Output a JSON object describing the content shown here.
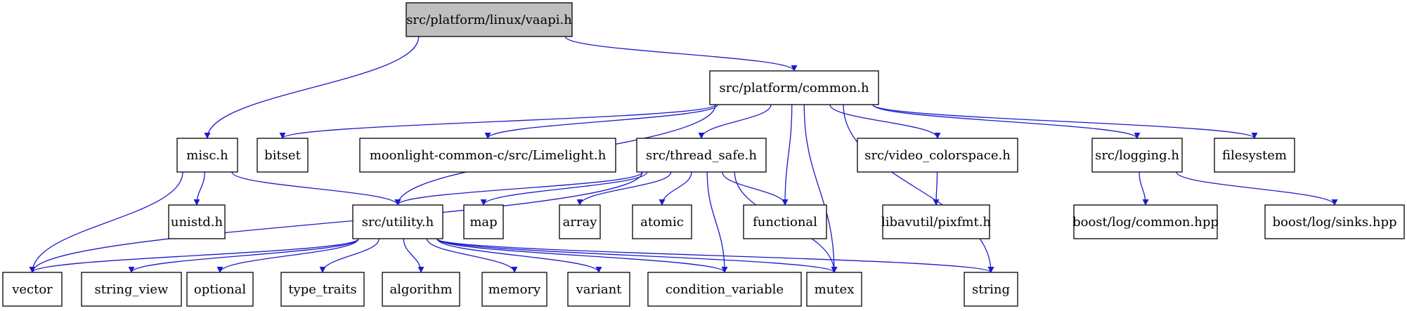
{
  "graph": {
    "edge_color": "#1a1acd",
    "root_fill": "#bfbfbf",
    "nodes": [
      {
        "id": "vaapi",
        "label": "src/platform/linux/vaapi.h",
        "root": true
      },
      {
        "id": "common",
        "label": "src/platform/common.h"
      },
      {
        "id": "misc",
        "label": "misc.h"
      },
      {
        "id": "bitset",
        "label": "bitset"
      },
      {
        "id": "limelight",
        "label": "moonlight-common-c/src/Limelight.h"
      },
      {
        "id": "thread_safe",
        "label": "src/thread_safe.h"
      },
      {
        "id": "video_colorspace",
        "label": "src/video_colorspace.h"
      },
      {
        "id": "logging",
        "label": "src/logging.h"
      },
      {
        "id": "filesystem",
        "label": "filesystem"
      },
      {
        "id": "unistd",
        "label": "unistd.h"
      },
      {
        "id": "utility",
        "label": "src/utility.h"
      },
      {
        "id": "map",
        "label": "map"
      },
      {
        "id": "array",
        "label": "array"
      },
      {
        "id": "atomic",
        "label": "atomic"
      },
      {
        "id": "functional",
        "label": "functional"
      },
      {
        "id": "pixfmt",
        "label": "libavutil/pixfmt.h"
      },
      {
        "id": "boost_common",
        "label": "boost/log/common.hpp"
      },
      {
        "id": "boost_sinks",
        "label": "boost/log/sinks.hpp"
      },
      {
        "id": "vector",
        "label": "vector"
      },
      {
        "id": "string_view",
        "label": "string_view"
      },
      {
        "id": "optional",
        "label": "optional"
      },
      {
        "id": "type_traits",
        "label": "type_traits"
      },
      {
        "id": "algorithm",
        "label": "algorithm"
      },
      {
        "id": "memory",
        "label": "memory"
      },
      {
        "id": "variant",
        "label": "variant"
      },
      {
        "id": "condition_variable",
        "label": "condition_variable"
      },
      {
        "id": "mutex",
        "label": "mutex"
      },
      {
        "id": "string",
        "label": "string"
      }
    ],
    "edges": [
      [
        "vaapi",
        "misc"
      ],
      [
        "vaapi",
        "common"
      ],
      [
        "common",
        "bitset"
      ],
      [
        "common",
        "limelight"
      ],
      [
        "common",
        "thread_safe"
      ],
      [
        "common",
        "video_colorspace"
      ],
      [
        "common",
        "logging"
      ],
      [
        "common",
        "filesystem"
      ],
      [
        "common",
        "utility"
      ],
      [
        "common",
        "functional"
      ],
      [
        "common",
        "mutex"
      ],
      [
        "common",
        "string"
      ],
      [
        "misc",
        "unistd"
      ],
      [
        "misc",
        "utility"
      ],
      [
        "misc",
        "vector"
      ],
      [
        "thread_safe",
        "utility"
      ],
      [
        "thread_safe",
        "map"
      ],
      [
        "thread_safe",
        "array"
      ],
      [
        "thread_safe",
        "atomic"
      ],
      [
        "thread_safe",
        "functional"
      ],
      [
        "thread_safe",
        "vector"
      ],
      [
        "thread_safe",
        "condition_variable"
      ],
      [
        "thread_safe",
        "mutex"
      ],
      [
        "video_colorspace",
        "pixfmt"
      ],
      [
        "logging",
        "boost_common"
      ],
      [
        "logging",
        "boost_sinks"
      ],
      [
        "utility",
        "vector"
      ],
      [
        "utility",
        "string_view"
      ],
      [
        "utility",
        "optional"
      ],
      [
        "utility",
        "type_traits"
      ],
      [
        "utility",
        "algorithm"
      ],
      [
        "utility",
        "memory"
      ],
      [
        "utility",
        "variant"
      ],
      [
        "utility",
        "condition_variable"
      ],
      [
        "utility",
        "mutex"
      ],
      [
        "utility",
        "string"
      ]
    ]
  }
}
